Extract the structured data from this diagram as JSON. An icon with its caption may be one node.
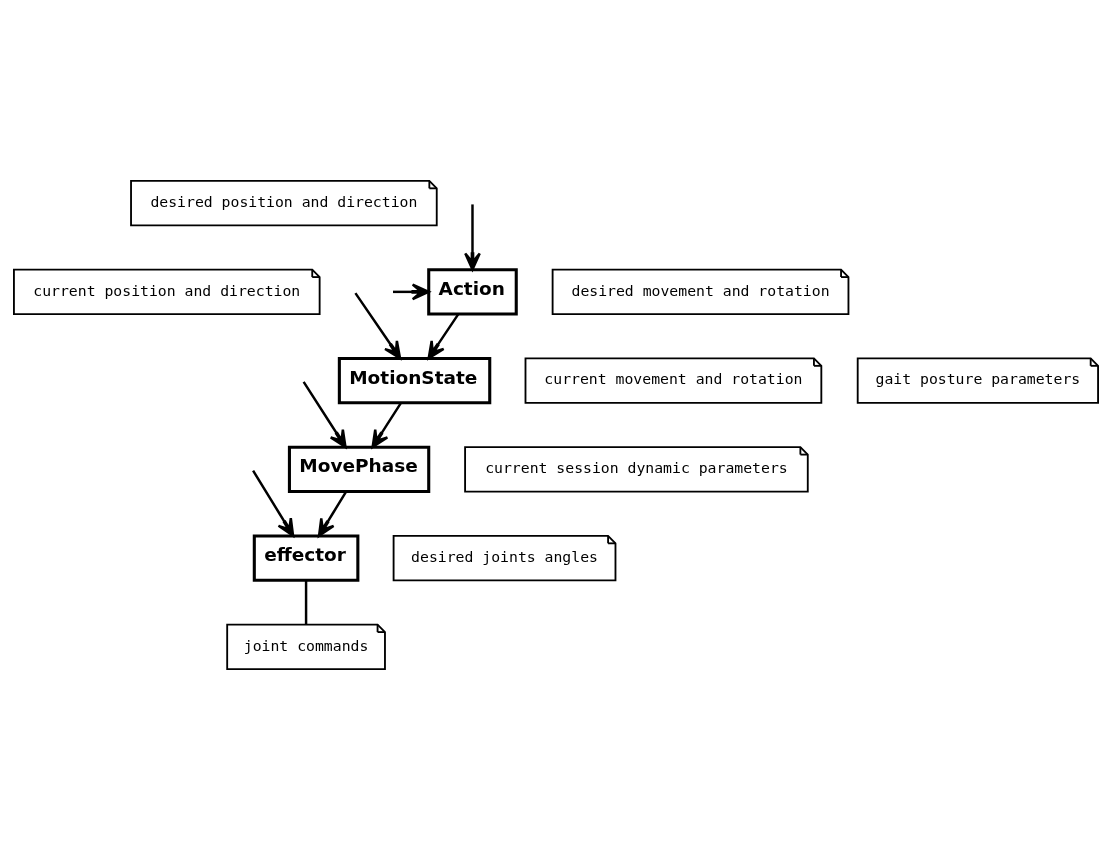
{
  "diagram": {
    "nodes": [
      {
        "text": [
          "desired position and direction"
        ]
      },
      {
        "text": [
          "current position and direction"
        ]
      },
      {
        "text": [
          "Action"
        ]
      },
      {
        "text": [
          "desired movement and rotation"
        ]
      },
      {
        "text": [
          "current movement and rotation"
        ]
      },
      {
        "text": [
          "MotionState"
        ]
      },
      {
        "text": [
          "gait posture parameters"
        ]
      },
      {
        "text": [
          "current session dynamic parameters"
        ]
      },
      {
        "text": [
          "MovePhase"
        ]
      },
      {
        "text": [
          "desired joints angles"
        ]
      },
      {
        "text": [
          "effector"
        ]
      },
      {
        "text": [
          "joint commands"
        ]
      }
    ],
    "edges": [
      {
        "from": null,
        "to": 2,
        "arrow": "to"
      },
      {
        "from": null,
        "to": 2,
        "arrow": "to"
      },
      {
        "from": 2,
        "to": 5,
        "arrow": "to"
      },
      {
        "from": null,
        "to": 5,
        "arrow": "to"
      },
      {
        "from": 5,
        "to": 8,
        "arrow": "to"
      },
      {
        "from": null,
        "to": 8,
        "arrow": "to"
      },
      {
        "from": 8,
        "to": 10,
        "arrow": "to"
      },
      {
        "from": null,
        "to": 10,
        "arrow": "to"
      },
      {
        "from": 10,
        "to": 11,
        "arrow": "none"
      }
    ]
  }
}
